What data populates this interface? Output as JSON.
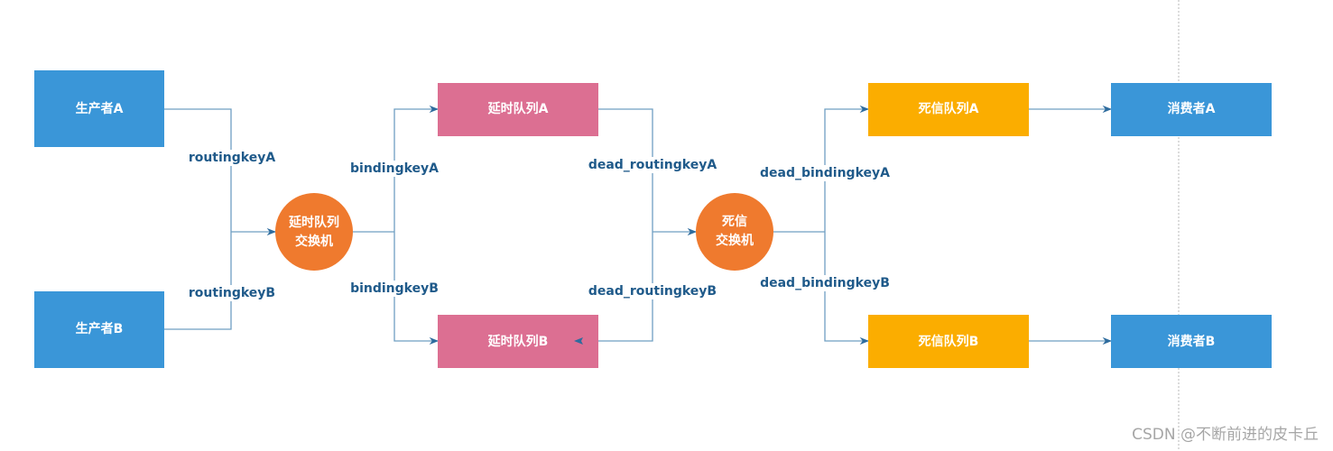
{
  "diagram": {
    "type": "rabbitmq-delay-queue-flow",
    "colors": {
      "producer": "#3a96d8",
      "consumer": "#3a96d8",
      "delay_queue": "#dc6f92",
      "dead_letter_queue": "#fbad00",
      "exchange": "#ef7a2e",
      "edge": "#6f9fc2",
      "arrow": "#2e6c9e",
      "label": "#1f5a8a"
    },
    "nodes": {
      "producer_a": "生产者A",
      "producer_b": "生产者B",
      "delay_exchange_line1": "延时队列",
      "delay_exchange_line2": "交换机",
      "delay_queue_a": "延时队列A",
      "delay_queue_b": "延时队列B",
      "dlx_line1": "死信",
      "dlx_line2": "交换机",
      "dead_queue_a": "死信队列A",
      "dead_queue_b": "死信队列B",
      "consumer_a": "消费者A",
      "consumer_b": "消费者B"
    },
    "edge_labels": {
      "routingkey_a": "routingkeyA",
      "routingkey_b": "routingkeyB",
      "bindingkey_a": "bindingkeyA",
      "bindingkey_b": "bindingkeyB",
      "dead_routingkey_a": "dead_routingkeyA",
      "dead_routingkey_b": "dead_routingkeyB",
      "dead_bindingkey_a": "dead_bindingkeyA",
      "dead_bindingkey_b": "dead_bindingkeyB"
    }
  },
  "watermark": "CSDN @不断前进的皮卡丘"
}
